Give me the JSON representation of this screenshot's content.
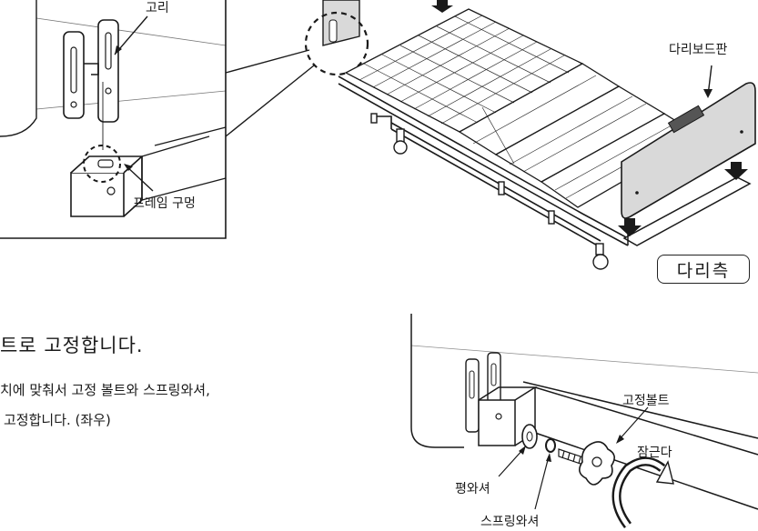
{
  "labels": {
    "hook": "고리",
    "frame_hole": "프레임 구멍",
    "leg_board": "다리보드판",
    "leg_side": "다리측",
    "fix_bolt": "고정볼트",
    "tighten": "잠근다",
    "flat_washer": "평와셔",
    "spring_washer": "스프링와셔"
  },
  "instructions": {
    "heading": "트로 고정합니다.",
    "line1": "치에 맞춰서 고정 볼트와 스프링와셔,",
    "line2": "고정합니다. (좌우)"
  },
  "colors": {
    "board": "#d9d9d9",
    "line": "#1a1a1a"
  }
}
